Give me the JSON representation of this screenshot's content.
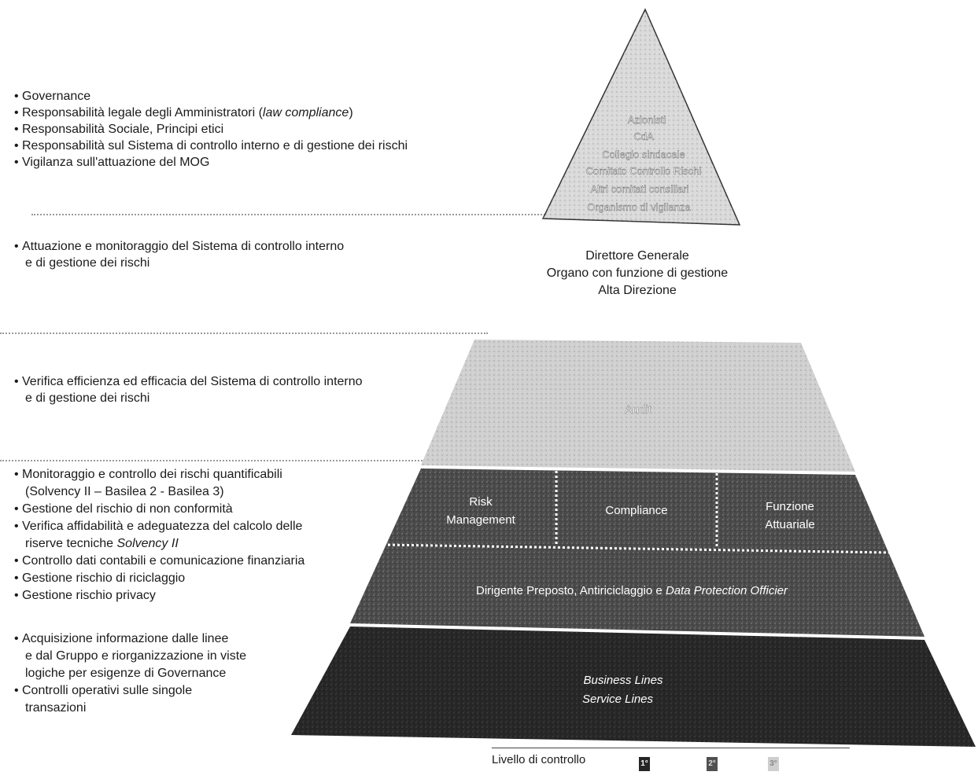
{
  "top_bullets": [
    {
      "text": "Governance"
    },
    {
      "text": "Responsabilità legale degli Amministratori (",
      "italic": "law compliance",
      "after": ")"
    },
    {
      "text": "Responsabilità Sociale, Principi etici"
    },
    {
      "text": "Responsabilità sul Sistema di controllo interno e di gestione dei rischi"
    },
    {
      "text": "Vigilanza sull'attuazione del MOG"
    }
  ],
  "apex_labels": [
    "Azionisti",
    "CdA",
    "Collegio sindacale",
    "Comitato Controllo Rischi",
    "Altri comitati consiliari",
    "Organismo di vigilanza"
  ],
  "management": {
    "bullet_line1": "Attuazione e monitoraggio del Sistema di controllo interno",
    "bullet_line2": "e di gestione dei rischi",
    "center": [
      "Direttore Generale",
      "Organo con funzione di gestione",
      "Alta Direzione"
    ]
  },
  "audit": {
    "bullet_line1": "Verifica efficienza ed efficacia del Sistema di controllo interno",
    "bullet_line2": "e di gestione dei rischi",
    "label": "Audit"
  },
  "second_level_bullets": [
    {
      "lines": [
        "Monitoraggio e controllo dei rischi quantificabili",
        "(Solvency II – Basilea 2 - Basilea 3)"
      ]
    },
    {
      "lines": [
        "Gestione del rischio di non conformità"
      ]
    },
    {
      "lines": [
        "Verifica affidabilità e adeguatezza del calcolo delle",
        "riserve tecniche "
      ],
      "italic": "Solvency II"
    },
    {
      "lines": [
        "Controllo dati contabili e comunicazione finanziaria"
      ]
    },
    {
      "lines": [
        "Gestione rischio di riciclaggio"
      ]
    },
    {
      "lines": [
        "Gestione rischio privacy"
      ]
    }
  ],
  "first_level_bullets": [
    {
      "lines": [
        "Acquisizione informazione dalle linee",
        "e dal Gruppo e riorganizzazione in viste",
        "logiche per esigenze di Governance"
      ]
    },
    {
      "lines": [
        "Controlli operativi sulle singole",
        "transazioni"
      ]
    }
  ],
  "second_level_boxes": {
    "risk": [
      "Risk",
      "Management"
    ],
    "compliance": "Compliance",
    "actuarial": [
      "Funzione",
      "Attuariale"
    ],
    "dirigente": "Dirigente Preposto, Antiriciclaggio e ",
    "dirigente_italic": "Data Protection Officier"
  },
  "business": [
    "Business Lines",
    "Service Lines"
  ],
  "legend": {
    "label": "Livello di controllo",
    "items": [
      "1°",
      "2°",
      "3°"
    ]
  },
  "colors": {
    "dark": "#262626",
    "mid": "#505050",
    "light": "#cfcfcf",
    "apex": "#dddddd"
  }
}
